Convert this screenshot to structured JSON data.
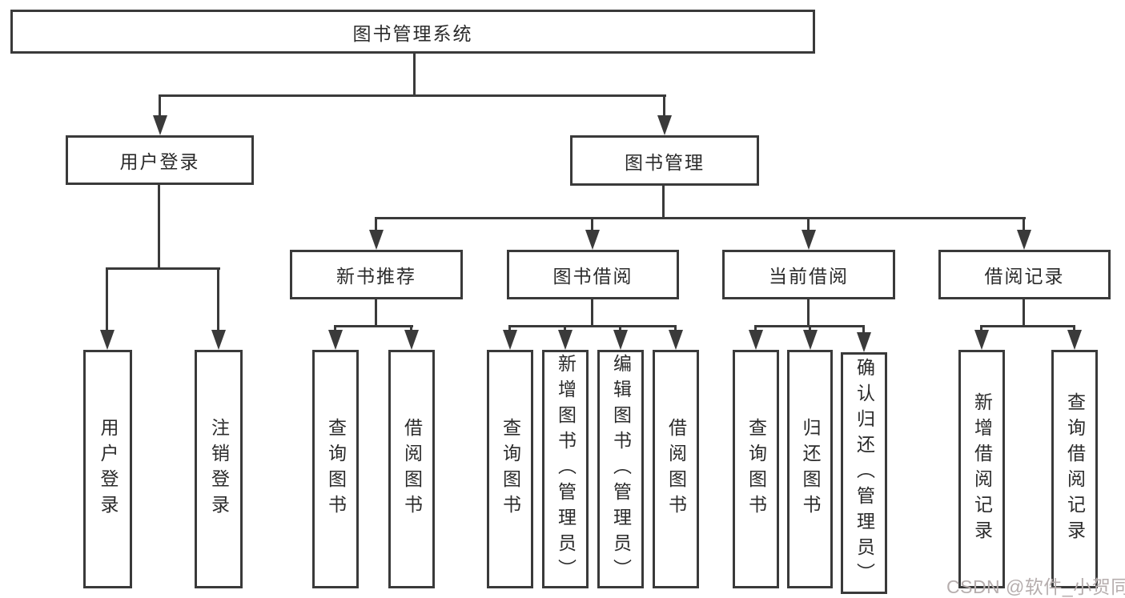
{
  "diagram": {
    "nodes": {
      "root": "图书管理系统",
      "user_login": "用户登录",
      "book_management": "图书管理",
      "new_book_recommend": "新书推荐",
      "book_borrowing": "图书借阅",
      "current_borrowing": "当前借阅",
      "borrowing_records": "借阅记录",
      "leaves": {
        "user_login": [
          "用户登录",
          "注销登录"
        ],
        "new_book_recommend": [
          "查询图书",
          "借阅图书"
        ],
        "book_borrowing": [
          "查询图书",
          "新增图书（管理员）",
          "编辑图书（管理员）",
          "借阅图书"
        ],
        "current_borrowing": [
          "查询图书",
          "归还图书",
          "确认归还（管理员）"
        ],
        "borrowing_records": [
          "新增借阅记录",
          "查询借阅记录"
        ]
      }
    }
  },
  "watermark": "CSDN @软件_小贺同学",
  "colors": {
    "line": "#3a3a3a",
    "text": "#2b2b2b",
    "watermark": "#b6aeae",
    "background": "#ffffff"
  }
}
